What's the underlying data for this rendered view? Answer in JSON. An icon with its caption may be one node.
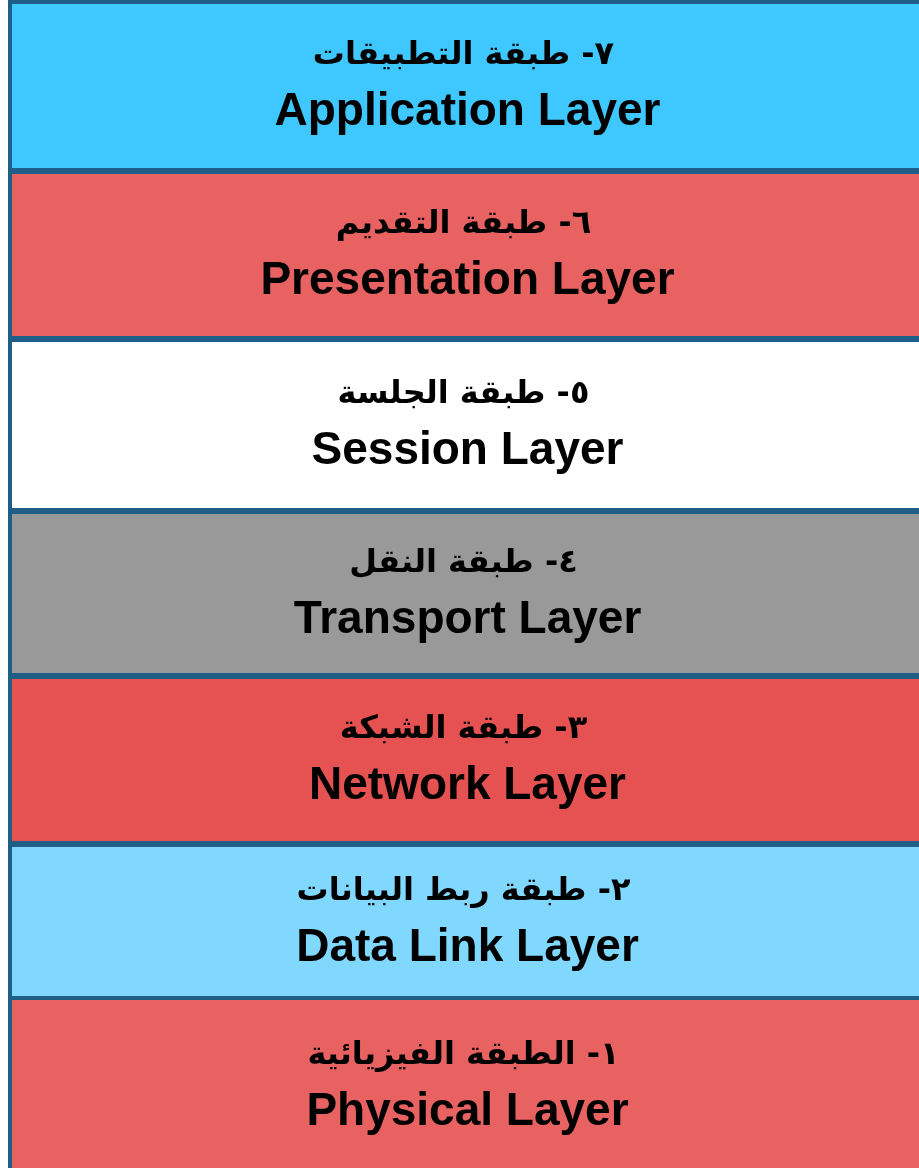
{
  "diagram": {
    "nodes": [
      {
        "text": [
          "٧- طبقة التطبيقات",
          "Application Layer"
        ]
      },
      {
        "text": [
          "٦- طبقة التقديم",
          "Presentation Layer"
        ]
      },
      {
        "text": [
          "٥- طبقة الجلسة",
          "Session Layer"
        ]
      },
      {
        "text": [
          "٤- طبقة النقل",
          "Transport Layer"
        ]
      },
      {
        "text": [
          "٣- طبقة الشبكة",
          "Network Layer"
        ]
      },
      {
        "text": [
          "٢- طبقة ربط البيانات",
          "Data Link Layer"
        ]
      },
      {
        "text": [
          "١- الطبقة الفيزيائية",
          "Physical Layer"
        ]
      }
    ]
  }
}
